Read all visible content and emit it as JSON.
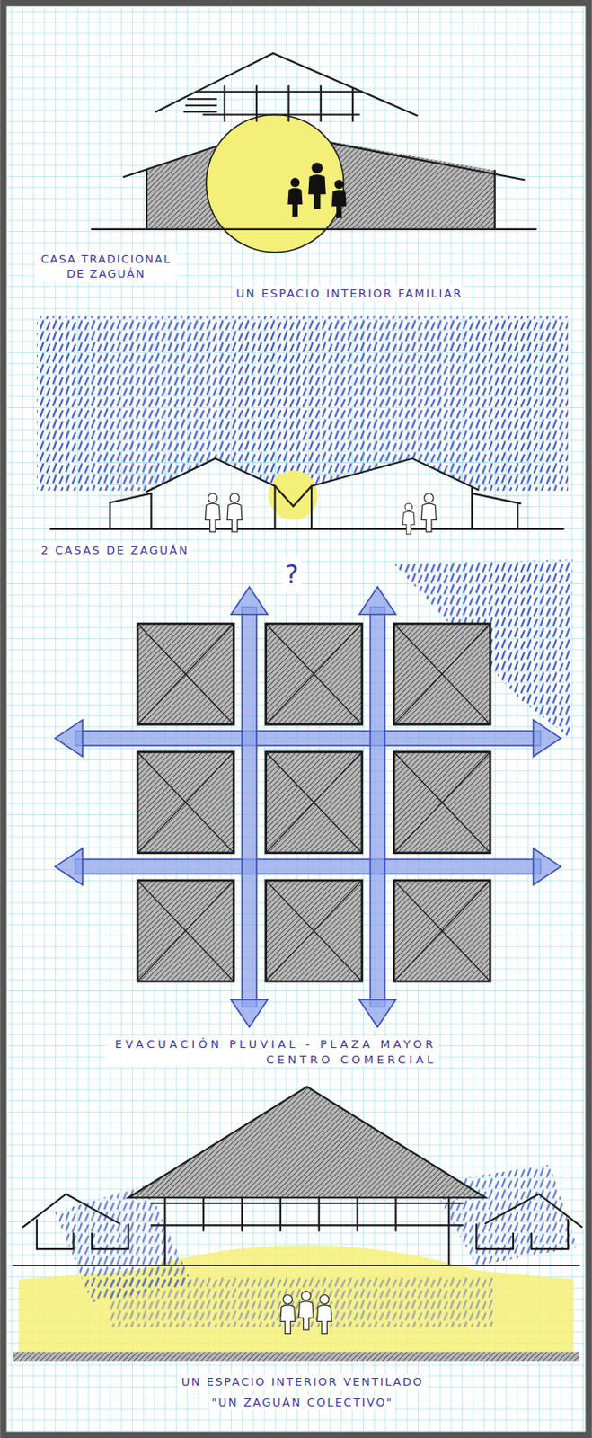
{
  "diagram": {
    "labels": [
      "CASA TRADICIONAL DE ZAGUÁN",
      "UN ESPACIO INTERIOR FAMILIAR",
      "2 CASAS DE ZAGUÁN",
      "?",
      "EVACUACIÓN PLUVIAL - PLAZA MAYOR CENTRO COMERCIAL",
      "UN ESPACIO INTERIOR VENTILADO",
      "\"UN ZAGUÁN COLECTIVO\""
    ]
  }
}
